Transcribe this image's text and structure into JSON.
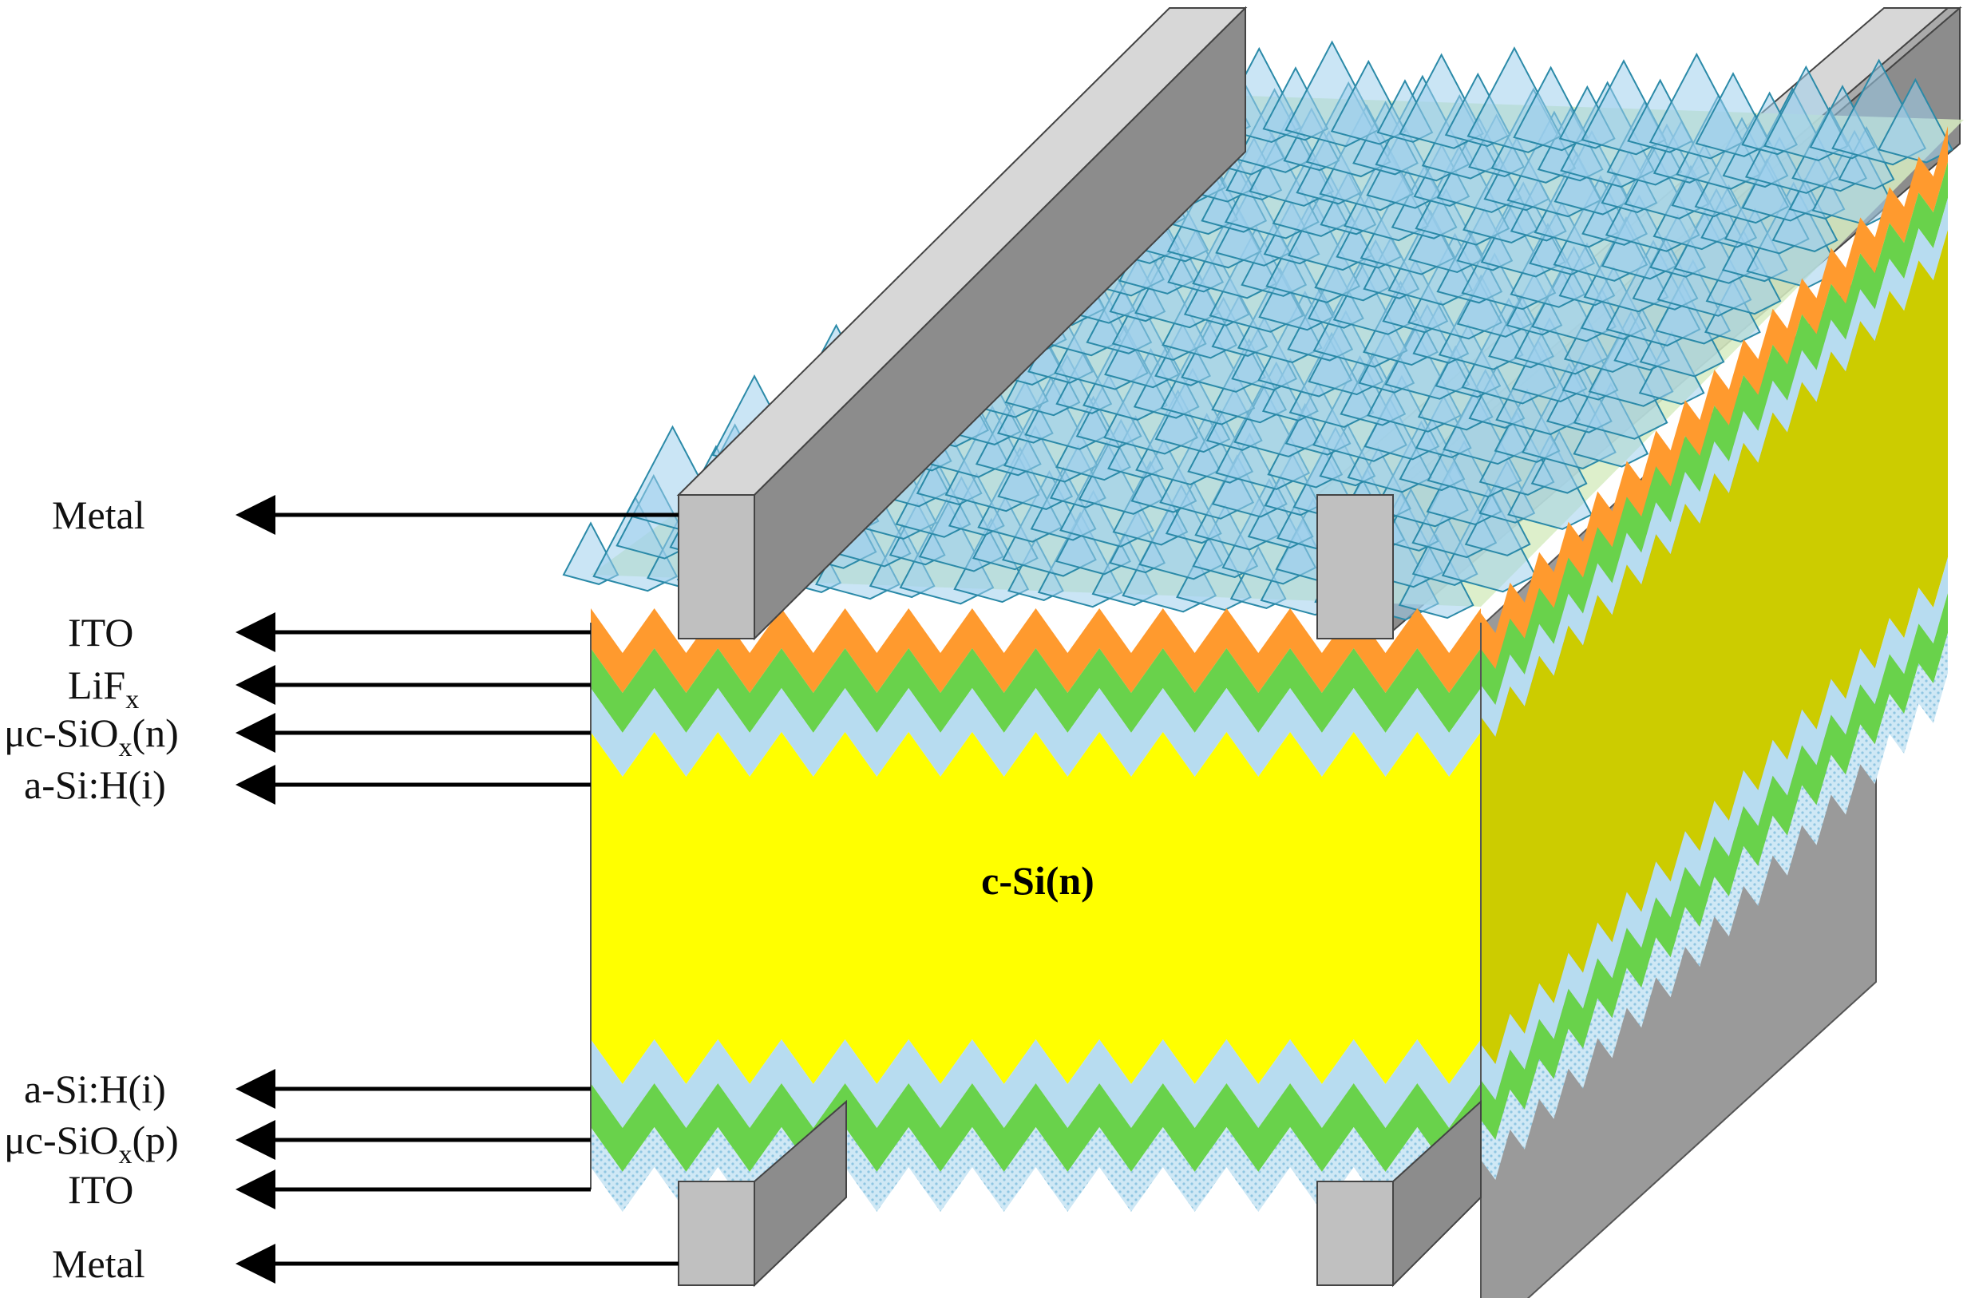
{
  "labels": {
    "top_metal": "Metal",
    "top_ito": "ITO",
    "lif_main": "LiF",
    "lif_sub": "x",
    "n_layer_pre": "μc-SiO",
    "n_layer_sub": "x",
    "n_layer_post": "(n)",
    "top_asi": "a-Si:H(i)",
    "bottom_asi": "a-Si:H(i)",
    "p_layer_pre": "μc-SiO",
    "p_layer_sub": "x",
    "p_layer_post": "(p)",
    "bottom_ito": "ITO",
    "bottom_metal": "Metal"
  },
  "core_label": "c-Si(n)",
  "colors": {
    "metal_front": "#c0c0c0",
    "metal_side": "#8c8c8c",
    "ito": "#ff9a2e",
    "lif": "#69d24b",
    "n_layer": "#6fd94a",
    "a_si": "#b7dcf0",
    "csi": "#ffff00",
    "csi_side": "#cccc00",
    "pyramid": "#9fd0ec",
    "pyramid_edge": "#2b8aa8"
  }
}
